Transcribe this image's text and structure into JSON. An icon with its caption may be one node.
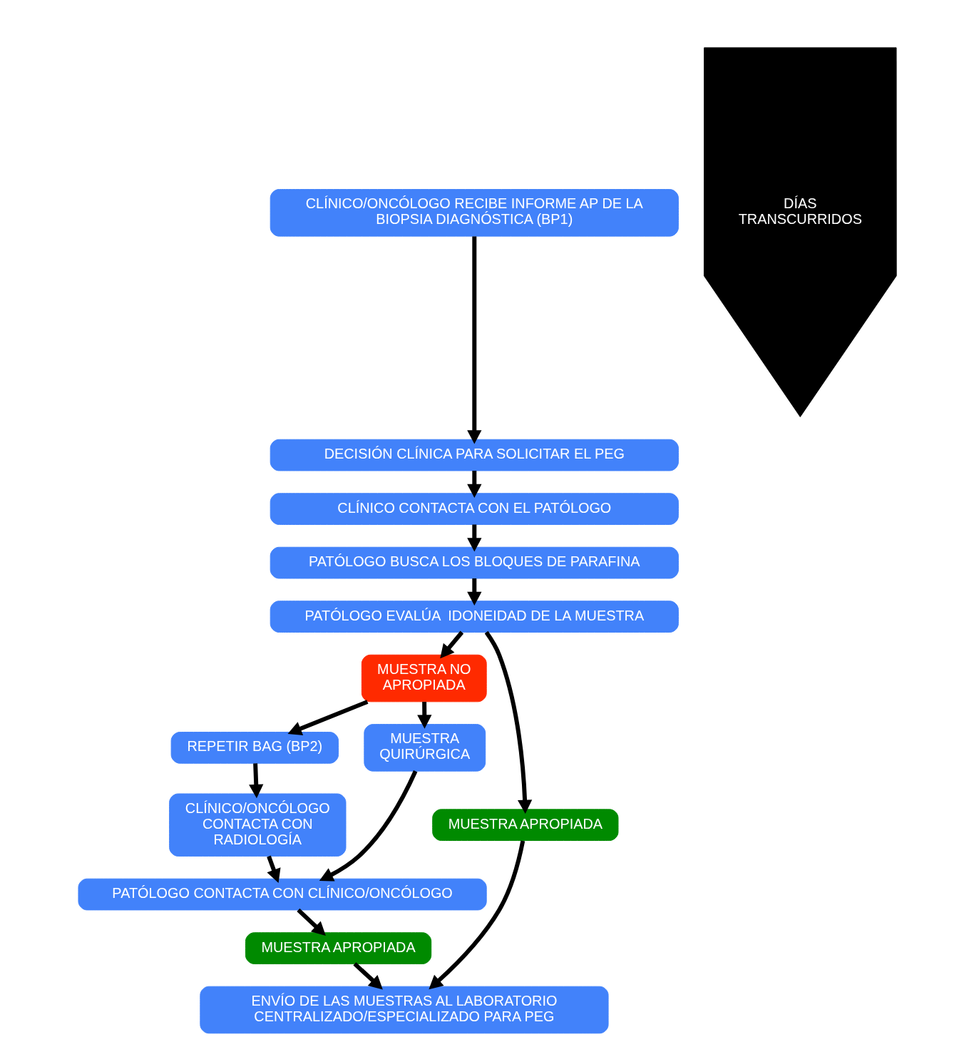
{
  "diagram": {
    "nodes": [
      {
        "text": [
          "CLÍNICO/ONCÓLOGO RECIBE INFORME AP DE LA BIOPSIA DIAGNÓSTICA (BP1)"
        ]
      },
      {
        "text": [
          "DECISIÓN CLÍNICA PARA SOLICITAR EL PEG"
        ]
      },
      {
        "text": [
          "CLÍNICO CONTACTA CON EL PATÓLOGO"
        ]
      },
      {
        "text": [
          "PATÓLOGO BUSCA LOS BLOQUES DE PARAFINA"
        ]
      },
      {
        "text": [
          "PATÓLOGO EVALÚA  IDONEIDAD DE LA MUESTRA"
        ]
      },
      {
        "text": [
          "MUESTRA NO APROPIADA"
        ]
      },
      {
        "text": [
          "MUESTRA APROPIADA"
        ]
      },
      {
        "text": [
          "REPETIR BAG (BP2)"
        ]
      },
      {
        "text": [
          "MUESTRA QUIRÚRGICA"
        ]
      },
      {
        "text": [
          "CLÍNICO/ONCÓLOGO CONTACTA CON RADIOLOGÍA"
        ]
      },
      {
        "text": [
          "PATÓLOGO CONTACTA CON CLÍNICO/ONCÓLOGO"
        ]
      },
      {
        "text": [
          "MUESTRA APROPIADA"
        ]
      },
      {
        "text": [
          "ENVÍO DE LAS MUESTRAS AL LABORATORIO CENTRALIZADO/ESPECIALIZADO PARA PEG"
        ]
      },
      {
        "text": [
          "DÍAS TRANSCURRIDOS"
        ]
      }
    ],
    "edges": [
      {
        "from": 0,
        "to": 1,
        "arrow": "to"
      },
      {
        "from": 1,
        "to": 2,
        "arrow": "to"
      },
      {
        "from": 2,
        "to": 3,
        "arrow": "to"
      },
      {
        "from": 3,
        "to": 4,
        "arrow": "to"
      },
      {
        "from": 4,
        "to": 5,
        "arrow": "to"
      },
      {
        "from": 4,
        "to": 6,
        "arrow": "to"
      },
      {
        "from": 5,
        "to": 7,
        "arrow": "to"
      },
      {
        "from": 5,
        "to": 8,
        "arrow": "to"
      },
      {
        "from": 7,
        "to": 9,
        "arrow": "to"
      },
      {
        "from": 9,
        "to": 10,
        "arrow": "to"
      },
      {
        "from": 8,
        "to": 10,
        "arrow": "to"
      },
      {
        "from": 10,
        "to": 11,
        "arrow": "to"
      },
      {
        "from": 11,
        "to": 12,
        "arrow": "to"
      },
      {
        "from": 6,
        "to": 12,
        "arrow": "to"
      }
    ]
  }
}
